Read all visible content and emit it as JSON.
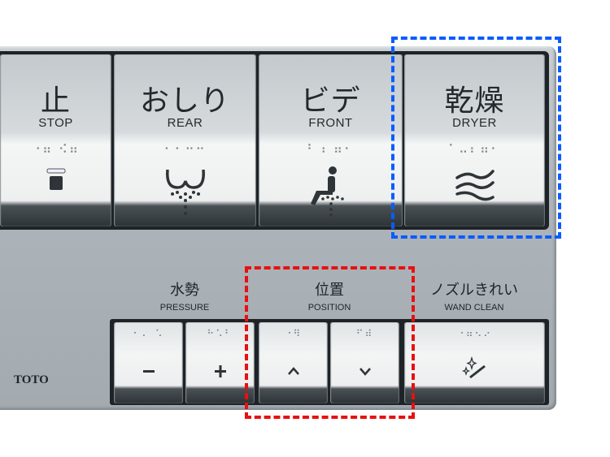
{
  "top_buttons": [
    {
      "jp": "止",
      "en": "STOP",
      "braille": "⠐⠶ ⠪⠶",
      "icon": "stop-icon"
    },
    {
      "jp": "おしり",
      "en": "REAR",
      "braille": "⠂⠂⠒⠒",
      "icon": "rear-wash-icon"
    },
    {
      "jp": "ビデ",
      "en": "FRONT",
      "braille": "⠃⠰ ⠶⠂",
      "icon": "front-wash-icon"
    },
    {
      "jp": "乾燥",
      "en": "DRYER",
      "braille": "⠁⠤⠆⠶⠂",
      "icon": "dryer-icon"
    }
  ],
  "groups": [
    {
      "jp": "水勢",
      "en": "PRESSURE"
    },
    {
      "jp": "位置",
      "en": "POSITION"
    },
    {
      "jp": "ノズルきれい",
      "en": "WAND CLEAN"
    }
  ],
  "bottom_buttons": [
    {
      "braille": "⠂⠄ ⠡",
      "icon": "minus-icon"
    },
    {
      "braille": "⠓⠡⠃",
      "icon": "plus-icon"
    },
    {
      "braille": "⠐⠻",
      "icon": "chevron-up-icon"
    },
    {
      "braille": "⠋⠾",
      "icon": "chevron-down-icon"
    },
    {
      "braille": "⠐⠶⠢⠔",
      "icon": "wand-clean-icon"
    }
  ],
  "brand": "TOTO",
  "highlight_colors": {
    "dryer": "#0a5cff",
    "position": "#e81010"
  }
}
